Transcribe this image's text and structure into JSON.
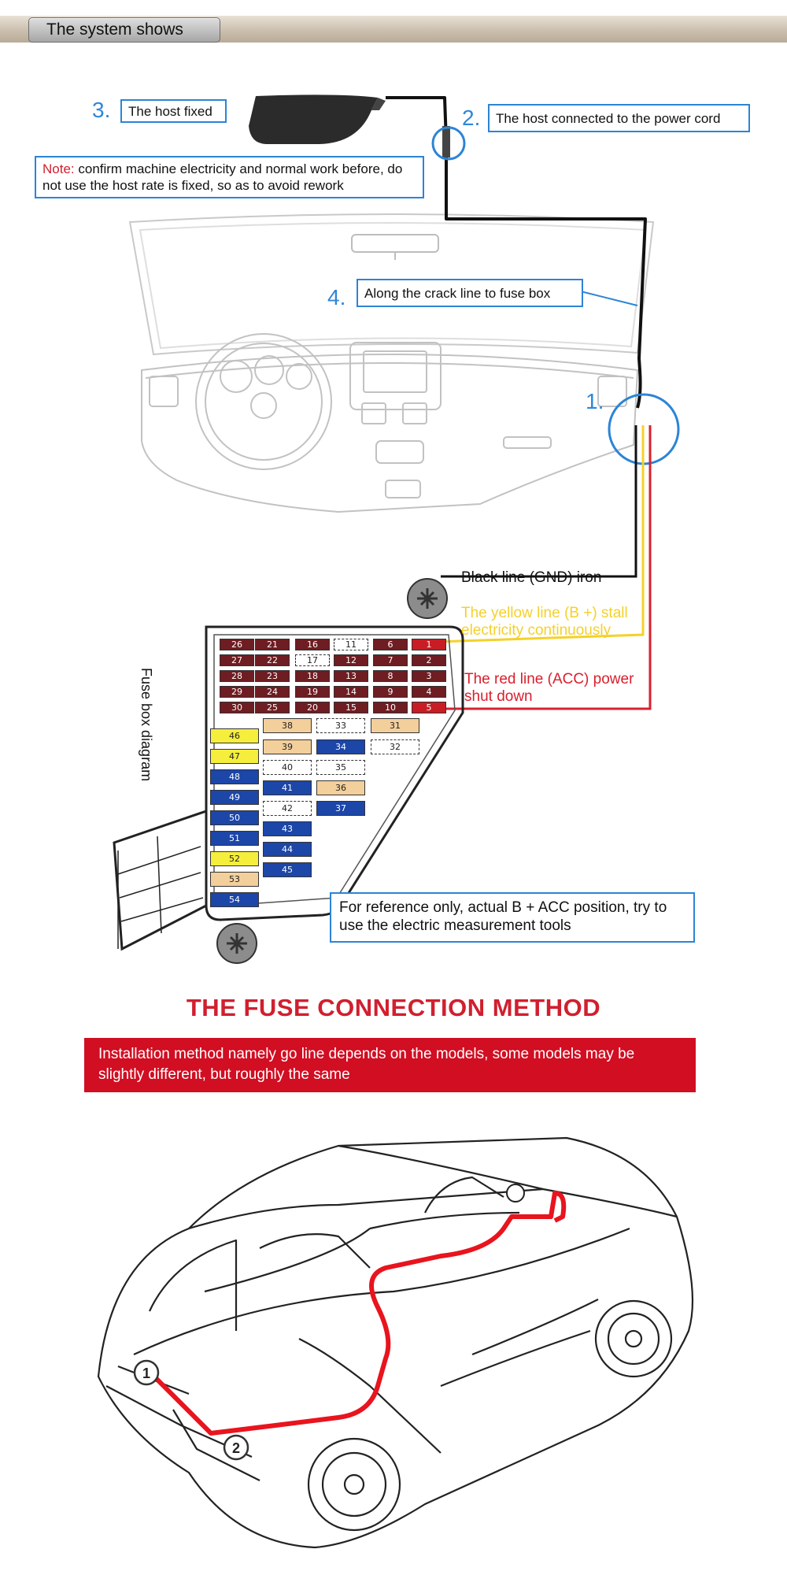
{
  "header": {
    "title": "The system shows"
  },
  "steps": [
    {
      "number": "3.",
      "label": "The host fixed"
    },
    {
      "number": "2.",
      "label": "The host connected to the power cord"
    },
    {
      "number": "4.",
      "label": "Along the crack line to fuse box"
    },
    {
      "number": "1."
    }
  ],
  "note": {
    "prefix": "Note:",
    "text": " confirm machine electricity and normal work before, do not use the host rate is fixed, so as to avoid rework"
  },
  "wires": {
    "black": "Black line (GND) iron",
    "yellow": "The yellow line (B +) stall electricity continuously",
    "red": "The red line (ACC) power shut down",
    "colors": {
      "black": "#111111",
      "yellow": "#f4d12a",
      "red": "#d9202e"
    }
  },
  "fuse_box": {
    "label": "Fuse box diagram",
    "top_grid": [
      [
        "26",
        "21",
        "16",
        "11",
        "6",
        "1"
      ],
      [
        "27",
        "22",
        "17",
        "12",
        "7",
        "2"
      ],
      [
        "28",
        "23",
        "18",
        "13",
        "8",
        "3"
      ],
      [
        "29",
        "24",
        "19",
        "14",
        "9",
        "4"
      ],
      [
        "30",
        "25",
        "20",
        "15",
        "10",
        "5"
      ]
    ],
    "left_column": [
      "46",
      "47",
      "48",
      "49",
      "50",
      "51",
      "52",
      "53",
      "54"
    ],
    "middle_column": [
      "38",
      "39",
      "40",
      "41",
      "42",
      "43",
      "44",
      "45"
    ],
    "right_column": [
      "33",
      "34",
      "35",
      "36",
      "37"
    ],
    "far_right": [
      "31",
      "32"
    ]
  },
  "reference_note": "For reference only, actual B + ACC position, try to use the electric measurement tools",
  "section_title": "THE FUSE CONNECTION METHOD",
  "install_note": "Installation method namely go line depends on the models, some models may be slightly different, but roughly the same",
  "car_markers": [
    "1",
    "2"
  ]
}
